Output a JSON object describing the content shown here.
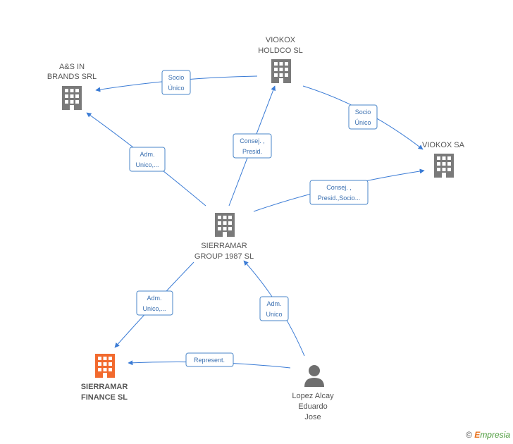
{
  "colors": {
    "edge": "#3a7bd5",
    "company_icon": "#7a7a7a",
    "highlight_icon": "#f26a2e",
    "person_icon": "#6e6e6e"
  },
  "nodes": {
    "as_in_brands": {
      "label": [
        "A&S IN",
        "BRANDS SRL"
      ],
      "icon": "building-icon"
    },
    "viokox_holdco": {
      "label": [
        "VIOKOX",
        "HOLDCO  SL"
      ],
      "icon": "building-icon"
    },
    "viokox_sa": {
      "label": [
        "VIOKOX SA"
      ],
      "icon": "building-icon"
    },
    "sierramar_group": {
      "label": [
        "SIERRAMAR",
        "GROUP 1987  SL"
      ],
      "icon": "building-icon"
    },
    "sierramar_finance": {
      "label": [
        "SIERRAMAR",
        "FINANCE  SL"
      ],
      "icon": "building-icon"
    },
    "lopez_alcay": {
      "label": [
        "Lopez Alcay",
        "Eduardo",
        "Jose"
      ],
      "icon": "person-icon"
    }
  },
  "edges": [
    {
      "id": "holdco-to-asin",
      "label": [
        "Socio",
        "Único"
      ]
    },
    {
      "id": "group-to-asin",
      "label": [
        "Adm.",
        "Unico,..."
      ]
    },
    {
      "id": "group-to-holdco",
      "label": [
        "Consej. ,",
        "Presid."
      ]
    },
    {
      "id": "holdco-to-viokoxsa",
      "label": [
        "Socio",
        "Único"
      ]
    },
    {
      "id": "group-to-viokoxsa",
      "label": [
        "Consej. ,",
        "Presid.,Socio..."
      ]
    },
    {
      "id": "group-to-finance",
      "label": [
        "Adm.",
        "Unico,..."
      ]
    },
    {
      "id": "lopez-to-group",
      "label": [
        "Adm.",
        "Unico"
      ]
    },
    {
      "id": "lopez-to-finance",
      "label": [
        "Represent."
      ]
    }
  ],
  "footer": {
    "copyright": "©",
    "brand_first": "E",
    "brand_rest": "mpresia"
  }
}
